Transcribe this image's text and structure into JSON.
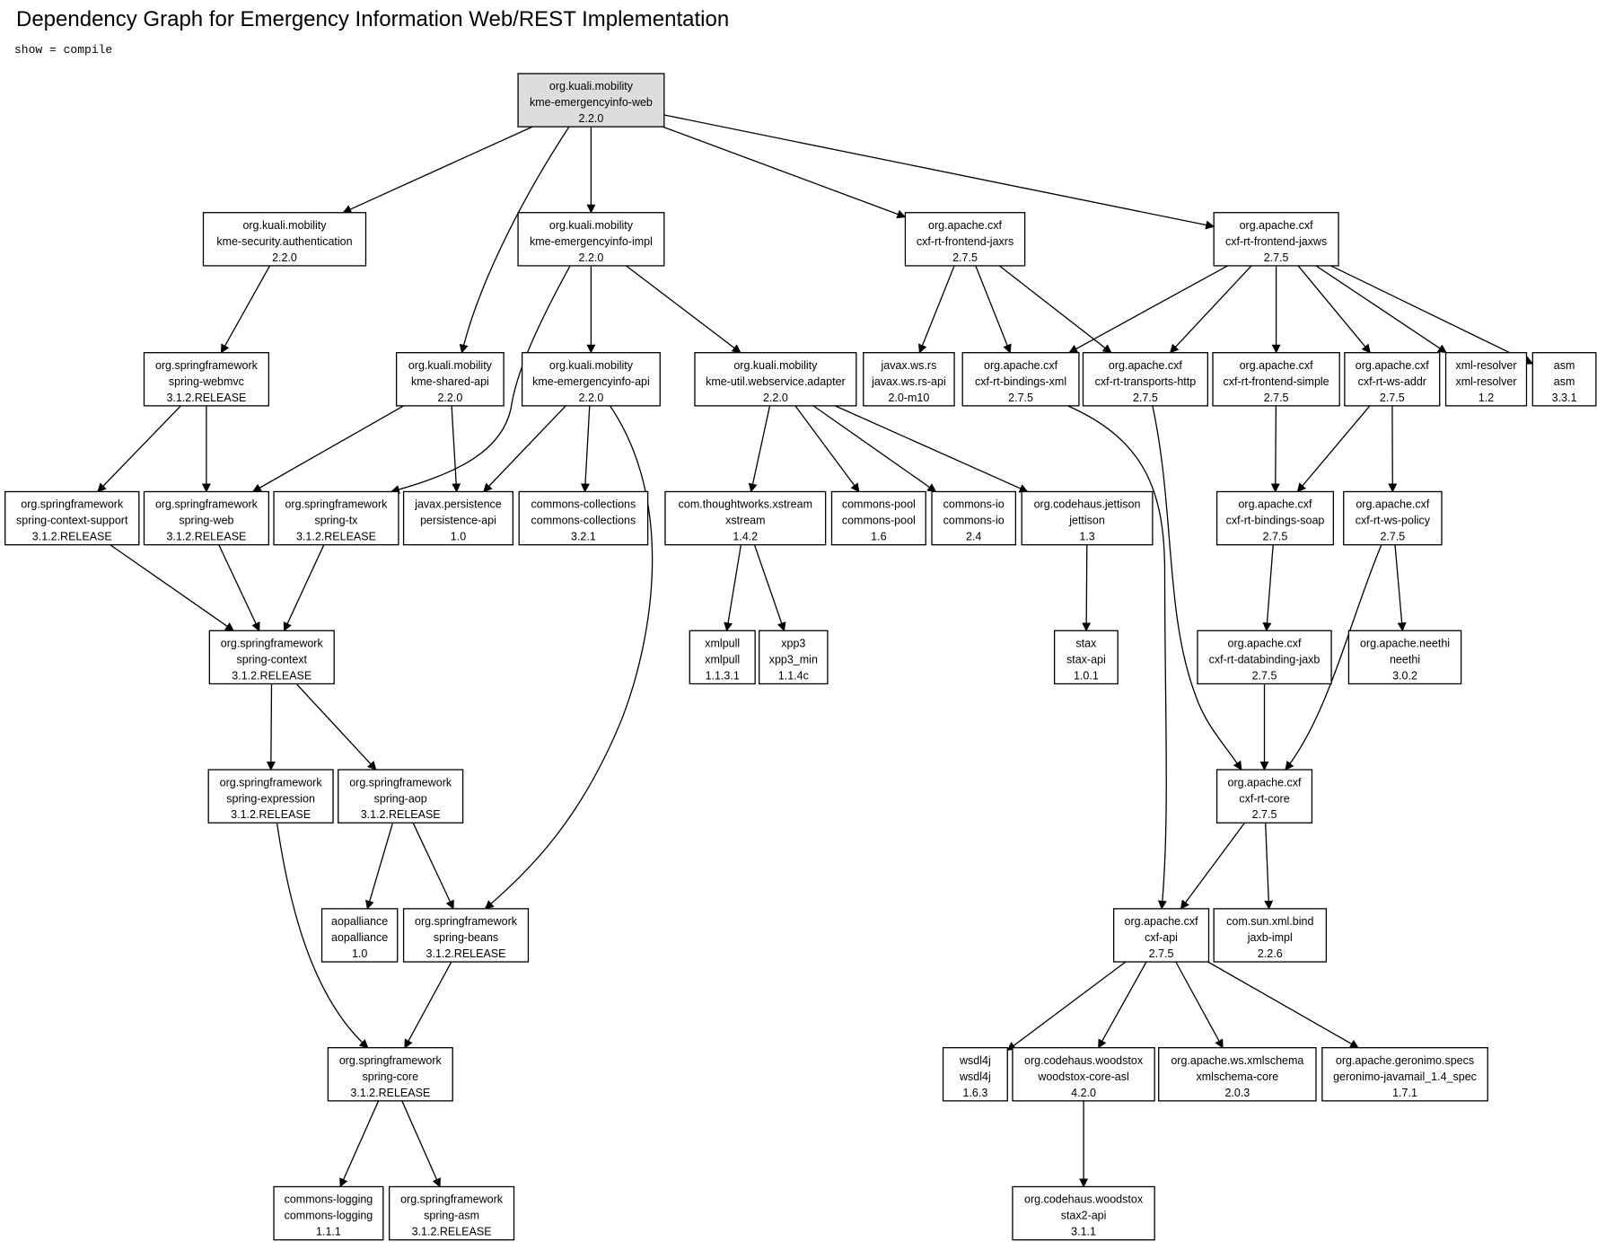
{
  "header": {
    "title": "Dependency Graph for Emergency Information Web/REST Implementation",
    "subtitle": "show = compile"
  },
  "colors": {
    "root_fill": "#dddddd",
    "node_fill": "#ffffff",
    "stroke": "#000000"
  },
  "nodes": [
    {
      "id": "n01",
      "lines": [
        "org.kuali.mobility",
        "kme-emergencyinfo-web",
        "2.2.0"
      ],
      "root": true
    },
    {
      "id": "n02",
      "lines": [
        "org.kuali.mobility",
        "kme-security.authentication",
        "2.2.0"
      ]
    },
    {
      "id": "n03",
      "lines": [
        "org.kuali.mobility",
        "kme-emergencyinfo-impl",
        "2.2.0"
      ]
    },
    {
      "id": "n04",
      "lines": [
        "org.apache.cxf",
        "cxf-rt-frontend-jaxrs",
        "2.7.5"
      ]
    },
    {
      "id": "n05",
      "lines": [
        "org.apache.cxf",
        "cxf-rt-frontend-jaxws",
        "2.7.5"
      ]
    },
    {
      "id": "n06",
      "lines": [
        "org.springframework",
        "spring-webmvc",
        "3.1.2.RELEASE"
      ]
    },
    {
      "id": "n07",
      "lines": [
        "org.kuali.mobility",
        "kme-shared-api",
        "2.2.0"
      ]
    },
    {
      "id": "n08",
      "lines": [
        "org.kuali.mobility",
        "kme-emergencyinfo-api",
        "2.2.0"
      ]
    },
    {
      "id": "n09",
      "lines": [
        "org.kuali.mobility",
        "kme-util.webservice.adapter",
        "2.2.0"
      ]
    },
    {
      "id": "n10",
      "lines": [
        "javax.ws.rs",
        "javax.ws.rs-api",
        "2.0-m10"
      ]
    },
    {
      "id": "n11",
      "lines": [
        "org.apache.cxf",
        "cxf-rt-bindings-xml",
        "2.7.5"
      ]
    },
    {
      "id": "n12",
      "lines": [
        "org.apache.cxf",
        "cxf-rt-transports-http",
        "2.7.5"
      ]
    },
    {
      "id": "n13",
      "lines": [
        "org.apache.cxf",
        "cxf-rt-frontend-simple",
        "2.7.5"
      ]
    },
    {
      "id": "n14",
      "lines": [
        "org.apache.cxf",
        "cxf-rt-ws-addr",
        "2.7.5"
      ]
    },
    {
      "id": "n15",
      "lines": [
        "xml-resolver",
        "xml-resolver",
        "1.2"
      ]
    },
    {
      "id": "n16",
      "lines": [
        "asm",
        "asm",
        "3.3.1"
      ]
    },
    {
      "id": "n17",
      "lines": [
        "org.springframework",
        "spring-context-support",
        "3.1.2.RELEASE"
      ]
    },
    {
      "id": "n18",
      "lines": [
        "org.springframework",
        "spring-web",
        "3.1.2.RELEASE"
      ]
    },
    {
      "id": "n19",
      "lines": [
        "org.springframework",
        "spring-tx",
        "3.1.2.RELEASE"
      ]
    },
    {
      "id": "n20",
      "lines": [
        "javax.persistence",
        "persistence-api",
        "1.0"
      ]
    },
    {
      "id": "n21",
      "lines": [
        "commons-collections",
        "commons-collections",
        "3.2.1"
      ]
    },
    {
      "id": "n22",
      "lines": [
        "com.thoughtworks.xstream",
        "xstream",
        "1.4.2"
      ]
    },
    {
      "id": "n23",
      "lines": [
        "commons-pool",
        "commons-pool",
        "1.6"
      ]
    },
    {
      "id": "n24",
      "lines": [
        "commons-io",
        "commons-io",
        "2.4"
      ]
    },
    {
      "id": "n25",
      "lines": [
        "org.codehaus.jettison",
        "jettison",
        "1.3"
      ]
    },
    {
      "id": "n26",
      "lines": [
        "org.apache.cxf",
        "cxf-rt-bindings-soap",
        "2.7.5"
      ]
    },
    {
      "id": "n27",
      "lines": [
        "org.apache.cxf",
        "cxf-rt-ws-policy",
        "2.7.5"
      ]
    },
    {
      "id": "n28",
      "lines": [
        "org.springframework",
        "spring-context",
        "3.1.2.RELEASE"
      ]
    },
    {
      "id": "n29",
      "lines": [
        "xmlpull",
        "xmlpull",
        "1.1.3.1"
      ]
    },
    {
      "id": "n30",
      "lines": [
        "xpp3",
        "xpp3_min",
        "1.1.4c"
      ]
    },
    {
      "id": "n31",
      "lines": [
        "stax",
        "stax-api",
        "1.0.1"
      ]
    },
    {
      "id": "n32",
      "lines": [
        "org.apache.cxf",
        "cxf-rt-databinding-jaxb",
        "2.7.5"
      ]
    },
    {
      "id": "n33",
      "lines": [
        "org.apache.neethi",
        "neethi",
        "3.0.2"
      ]
    },
    {
      "id": "n34",
      "lines": [
        "org.springframework",
        "spring-expression",
        "3.1.2.RELEASE"
      ]
    },
    {
      "id": "n35",
      "lines": [
        "org.springframework",
        "spring-aop",
        "3.1.2.RELEASE"
      ]
    },
    {
      "id": "n36",
      "lines": [
        "org.apache.cxf",
        "cxf-rt-core",
        "2.7.5"
      ]
    },
    {
      "id": "n37",
      "lines": [
        "aopalliance",
        "aopalliance",
        "1.0"
      ]
    },
    {
      "id": "n38",
      "lines": [
        "org.springframework",
        "spring-beans",
        "3.1.2.RELEASE"
      ]
    },
    {
      "id": "n39",
      "lines": [
        "org.apache.cxf",
        "cxf-api",
        "2.7.5"
      ]
    },
    {
      "id": "n40",
      "lines": [
        "com.sun.xml.bind",
        "jaxb-impl",
        "2.2.6"
      ]
    },
    {
      "id": "n41",
      "lines": [
        "org.springframework",
        "spring-core",
        "3.1.2.RELEASE"
      ]
    },
    {
      "id": "n42",
      "lines": [
        "wsdl4j",
        "wsdl4j",
        "1.6.3"
      ]
    },
    {
      "id": "n43",
      "lines": [
        "org.codehaus.woodstox",
        "woodstox-core-asl",
        "4.2.0"
      ]
    },
    {
      "id": "n44",
      "lines": [
        "org.apache.ws.xmlschema",
        "xmlschema-core",
        "2.0.3"
      ]
    },
    {
      "id": "n45",
      "lines": [
        "org.apache.geronimo.specs",
        "geronimo-javamail_1.4_spec",
        "1.7.1"
      ]
    },
    {
      "id": "n46",
      "lines": [
        "commons-logging",
        "commons-logging",
        "1.1.1"
      ]
    },
    {
      "id": "n47",
      "lines": [
        "org.springframework",
        "spring-asm",
        "3.1.2.RELEASE"
      ]
    },
    {
      "id": "n48",
      "lines": [
        "org.codehaus.woodstox",
        "stax2-api",
        "3.1.1"
      ]
    }
  ],
  "edges": [
    [
      "n01",
      "n02"
    ],
    [
      "n01",
      "n07"
    ],
    [
      "n01",
      "n03"
    ],
    [
      "n01",
      "n04"
    ],
    [
      "n01",
      "n05"
    ],
    [
      "n02",
      "n06"
    ],
    [
      "n03",
      "n19"
    ],
    [
      "n03",
      "n08"
    ],
    [
      "n03",
      "n09"
    ],
    [
      "n04",
      "n10"
    ],
    [
      "n04",
      "n11"
    ],
    [
      "n04",
      "n12"
    ],
    [
      "n05",
      "n11"
    ],
    [
      "n05",
      "n12"
    ],
    [
      "n05",
      "n13"
    ],
    [
      "n05",
      "n14"
    ],
    [
      "n05",
      "n15"
    ],
    [
      "n05",
      "n16"
    ],
    [
      "n06",
      "n17"
    ],
    [
      "n06",
      "n18"
    ],
    [
      "n07",
      "n18"
    ],
    [
      "n07",
      "n20"
    ],
    [
      "n08",
      "n20"
    ],
    [
      "n08",
      "n21"
    ],
    [
      "n08",
      "n38"
    ],
    [
      "n09",
      "n22"
    ],
    [
      "n09",
      "n23"
    ],
    [
      "n09",
      "n24"
    ],
    [
      "n09",
      "n25"
    ],
    [
      "n11",
      "n39"
    ],
    [
      "n12",
      "n36"
    ],
    [
      "n13",
      "n26"
    ],
    [
      "n14",
      "n26"
    ],
    [
      "n14",
      "n27"
    ],
    [
      "n17",
      "n28"
    ],
    [
      "n18",
      "n28"
    ],
    [
      "n19",
      "n28"
    ],
    [
      "n22",
      "n29"
    ],
    [
      "n22",
      "n30"
    ],
    [
      "n25",
      "n31"
    ],
    [
      "n26",
      "n32"
    ],
    [
      "n27",
      "n33"
    ],
    [
      "n27",
      "n36"
    ],
    [
      "n28",
      "n34"
    ],
    [
      "n28",
      "n35"
    ],
    [
      "n32",
      "n36"
    ],
    [
      "n34",
      "n41"
    ],
    [
      "n35",
      "n37"
    ],
    [
      "n35",
      "n38"
    ],
    [
      "n36",
      "n39"
    ],
    [
      "n36",
      "n40"
    ],
    [
      "n38",
      "n41"
    ],
    [
      "n39",
      "n42"
    ],
    [
      "n39",
      "n43"
    ],
    [
      "n39",
      "n44"
    ],
    [
      "n39",
      "n45"
    ],
    [
      "n41",
      "n46"
    ],
    [
      "n41",
      "n47"
    ],
    [
      "n43",
      "n48"
    ]
  ]
}
